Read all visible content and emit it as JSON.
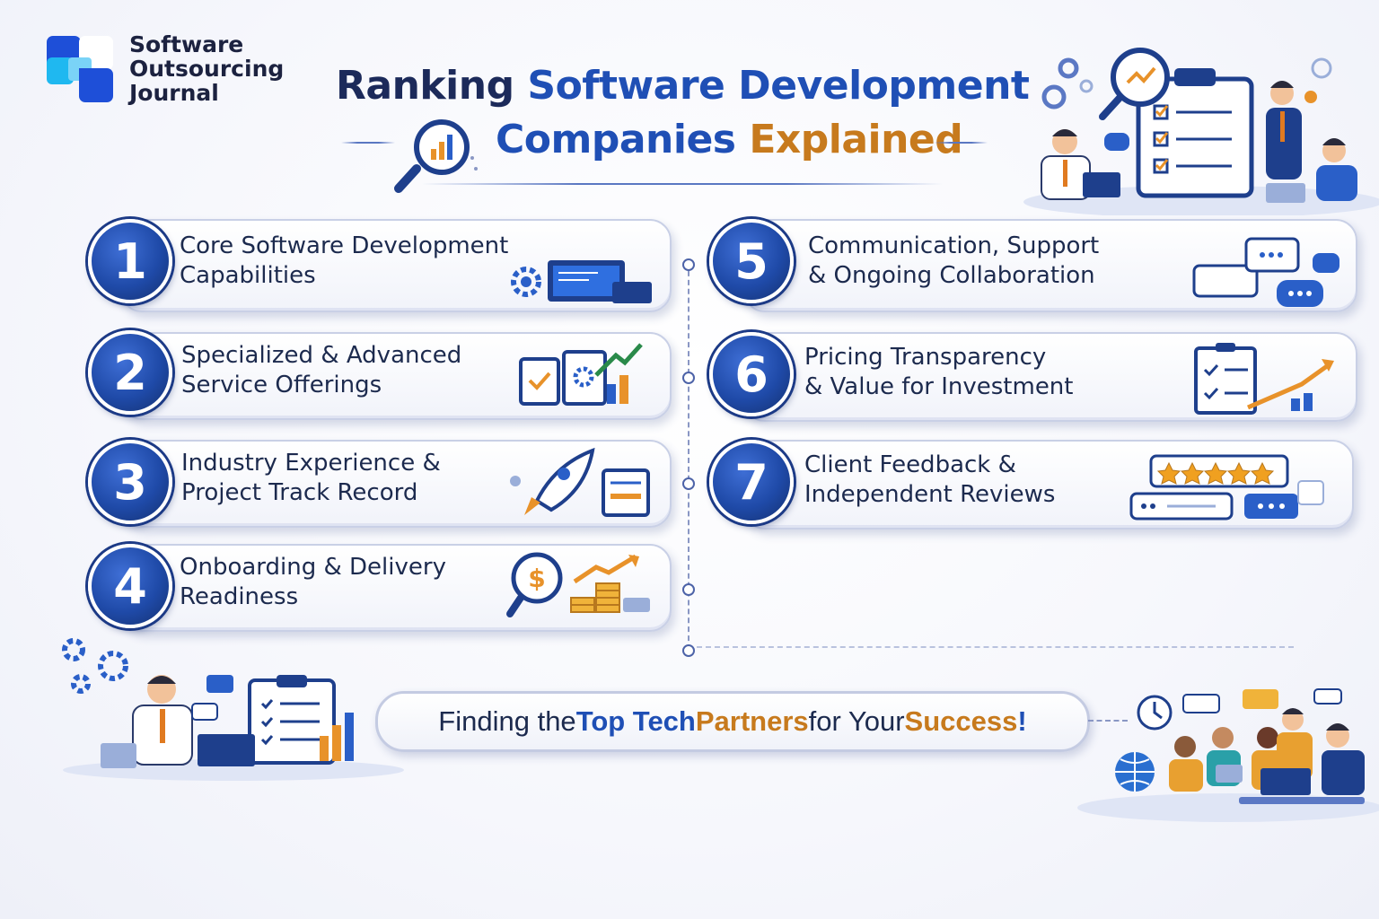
{
  "brand": {
    "line1": "Software",
    "line2": "Outsourcing",
    "line3": "Journal"
  },
  "title": {
    "line1_part1": "Ranking ",
    "line1_part2": "Software Development",
    "line2_part1": "Companies ",
    "line2_part2": "Explained"
  },
  "cards": [
    {
      "number": "1",
      "line1": "Core Software Development",
      "line2": "Capabilities"
    },
    {
      "number": "2",
      "line1": "Specialized & Advanced",
      "line2": "Service Offerings"
    },
    {
      "number": "3",
      "line1": "Industry Experience &",
      "line2": "Project Track Record"
    },
    {
      "number": "4",
      "line1": "Onboarding & Delivery",
      "line2": "Readiness"
    },
    {
      "number": "5",
      "line1": "Communication, Support",
      "line2": "& Ongoing Collaboration"
    },
    {
      "number": "6",
      "line1": "Pricing Transparency",
      "line2": "& Value for Investment"
    },
    {
      "number": "7",
      "line1": "Client Feedback &",
      "line2": "Independent Reviews"
    }
  ],
  "tagline": {
    "p1": "Finding the ",
    "p2": "Top Tech",
    "p3": " ",
    "p4": "Partners",
    "p5": " for Your ",
    "p6": "Success",
    "p7": "!"
  },
  "icons": {
    "logo": "logo-mark-icon",
    "title": "magnifier-chart-icon",
    "card1": "computer-gear-icon",
    "card2": "clipboard-growth-icon",
    "card3": "rocket-documents-icon",
    "card4": "dollar-coins-icon",
    "card5": "chat-bubbles-icon",
    "card6": "checklist-arrow-icon",
    "card7": "star-review-icon"
  },
  "colors": {
    "primary": "#1f4fb5",
    "navy": "#1c2a5a",
    "accent": "#c77a1d",
    "badge": "#1f4aa8"
  }
}
